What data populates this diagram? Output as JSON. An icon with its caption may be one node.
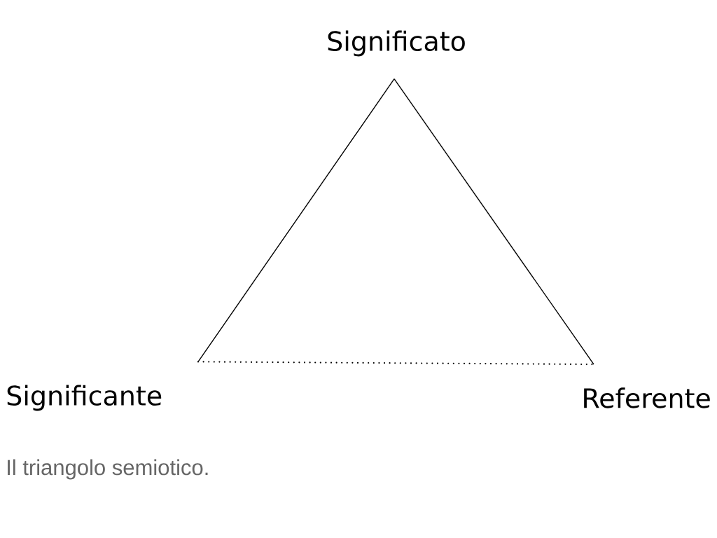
{
  "diagram": {
    "caption": "Il triangolo semiotico.",
    "nodes": [
      {
        "text": [
          "Significato"
        ]
      },
      {
        "text": [
          "Significante"
        ]
      },
      {
        "text": [
          "Referente"
        ]
      }
    ],
    "edges": [
      {
        "from": 0,
        "to": 1,
        "arrow": "none"
      },
      {
        "from": 0,
        "to": 2,
        "arrow": "none"
      },
      {
        "from": 1,
        "to": 2,
        "arrow": "none",
        "style": "dashed"
      }
    ]
  }
}
